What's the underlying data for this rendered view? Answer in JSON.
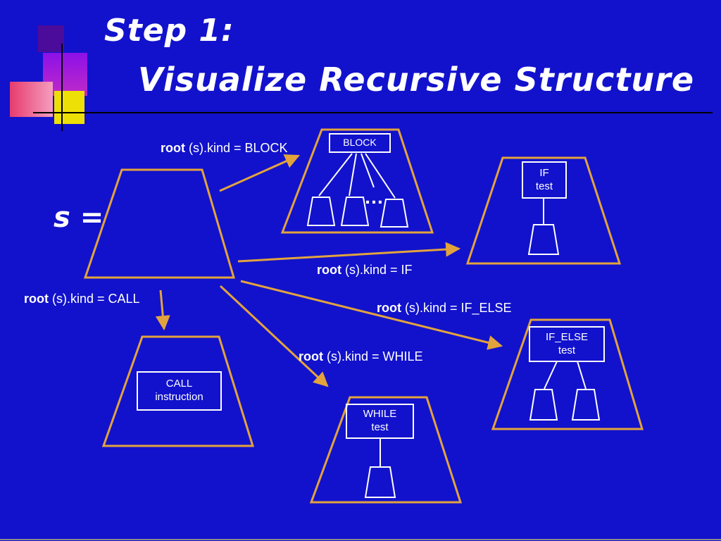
{
  "title": {
    "line1": "Step 1:",
    "line2": "Visualize Recursive Structure"
  },
  "main": {
    "s_label": "s ="
  },
  "edge_labels": {
    "block": {
      "bold": "root",
      "rest": " (s).kind = BLOCK"
    },
    "if": {
      "bold": "root",
      "rest": " (s).kind = IF"
    },
    "call": {
      "bold": "root",
      "rest": " (s).kind = CALL"
    },
    "if_else": {
      "bold": "root",
      "rest": " (s).kind = IF_ELSE"
    },
    "while": {
      "bold": "root",
      "rest": " (s).kind = WHILE"
    }
  },
  "nodes": {
    "block": {
      "title": "BLOCK",
      "ellipsis": "…"
    },
    "if": {
      "line1": "IF",
      "line2": "test"
    },
    "call": {
      "line1": "CALL",
      "line2": "instruction"
    },
    "while": {
      "line1": "WHILE",
      "line2": "test"
    },
    "if_else": {
      "line1": "IF_ELSE",
      "line2": "test"
    }
  },
  "colors": {
    "background": "#1212CC",
    "shape_stroke": "#E2A33D",
    "text": "#FFFFFF",
    "decor_purple": "#8C10E8",
    "decor_pink": "#E73B6E",
    "decor_yellow": "#EDE006"
  }
}
